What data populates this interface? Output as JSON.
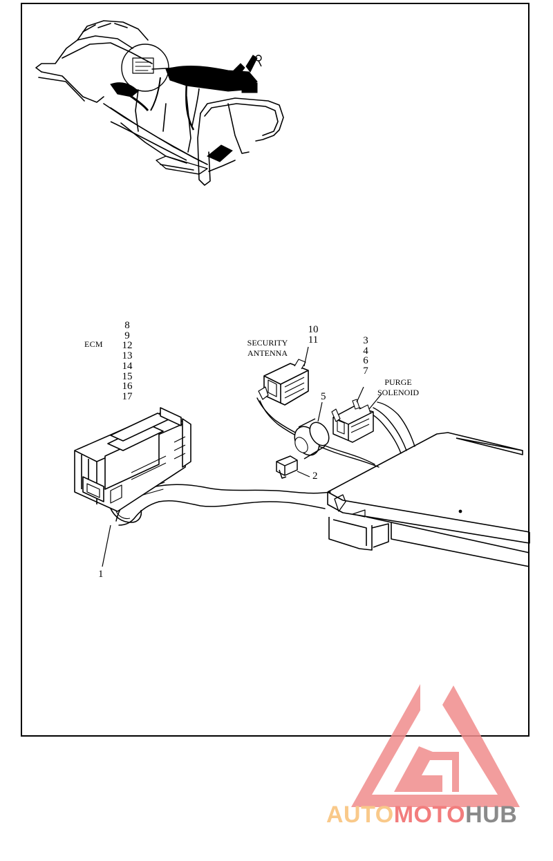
{
  "diagram": {
    "labels": {
      "ecm": "ECM",
      "security_antenna": [
        "SECURITY",
        "ANTENNA"
      ],
      "purge_solenoid": [
        "PURGE",
        "SOLENOID"
      ],
      "callout_1": "1",
      "callout_2": "2",
      "callout_5": "5",
      "ecm_callouts": [
        "8",
        "9",
        "12",
        "13",
        "14",
        "15",
        "16",
        "17"
      ],
      "antenna_callouts": [
        "10",
        "11"
      ],
      "purge_callouts": [
        "3",
        "4",
        "6",
        "7"
      ]
    }
  },
  "watermark": {
    "part1": "AUTO",
    "part2": "MOTO",
    "part3": "HUB",
    "colors": {
      "part1": "#f9c98a",
      "part2": "#f27d7d",
      "part3": "#8a8a8a",
      "logo": "#f08c8c"
    }
  }
}
